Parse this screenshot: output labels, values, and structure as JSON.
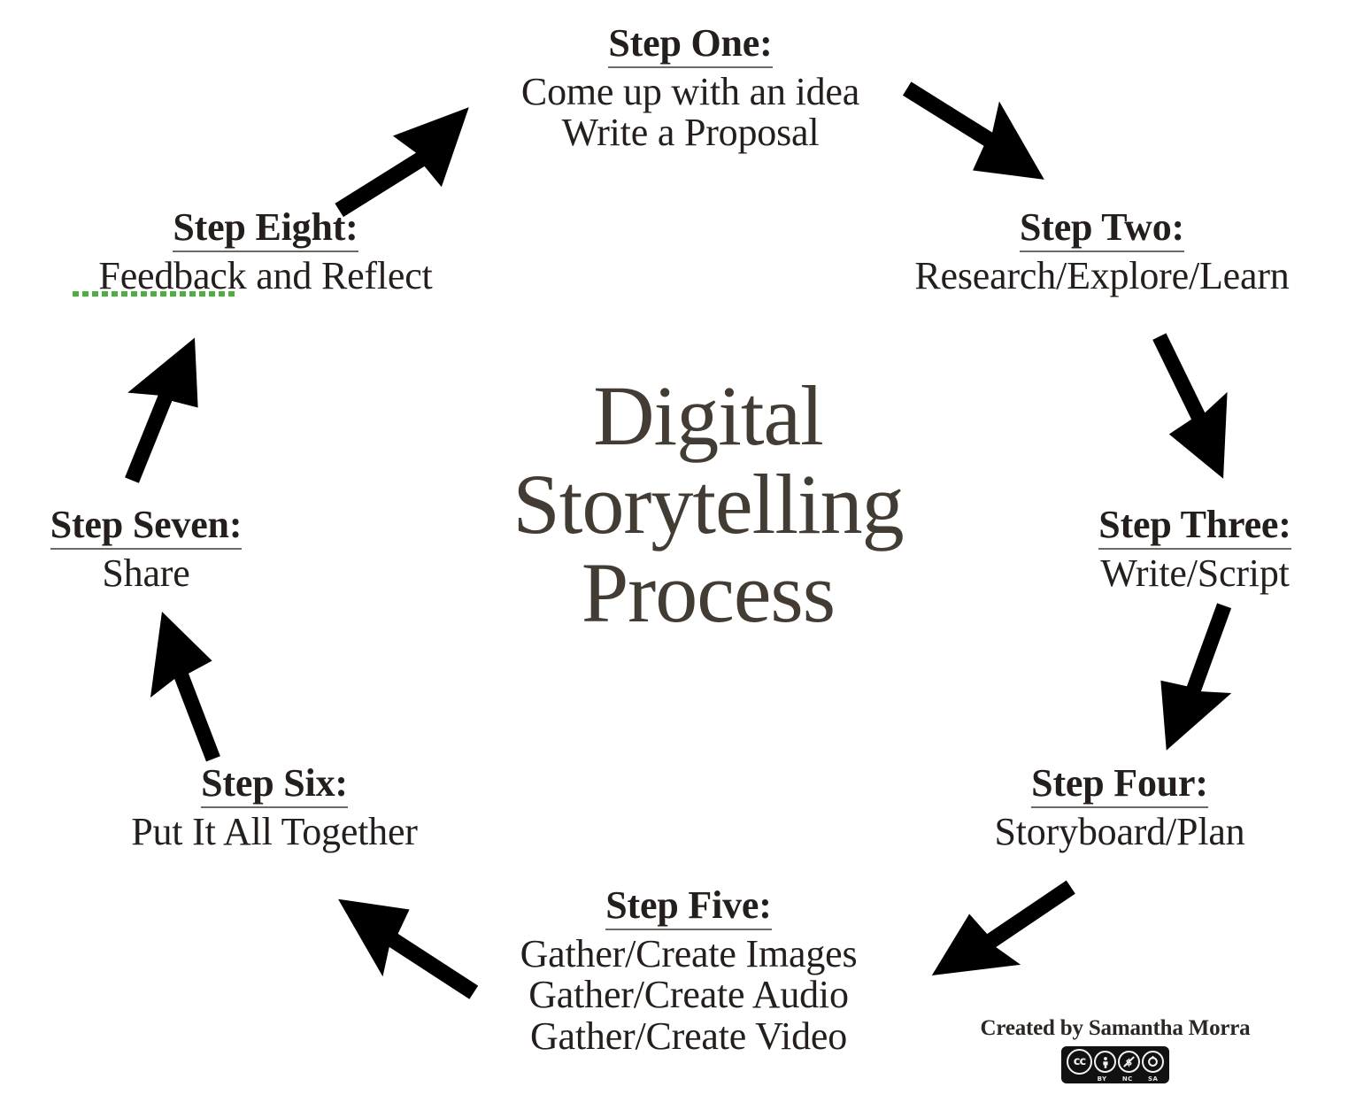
{
  "center_title": {
    "lines": [
      "Digital",
      "Storytelling",
      "Process"
    ]
  },
  "steps": [
    {
      "id": "step-one",
      "title": "Step One:",
      "lines": [
        "Come up with an idea",
        "Write a Proposal"
      ]
    },
    {
      "id": "step-two",
      "title": "Step Two:",
      "lines": [
        "Research/Explore/Learn"
      ]
    },
    {
      "id": "step-three",
      "title": "Step Three:",
      "lines": [
        "Write/Script"
      ]
    },
    {
      "id": "step-four",
      "title": "Step Four:",
      "lines": [
        "Storyboard/Plan"
      ]
    },
    {
      "id": "step-five",
      "title": "Step Five:",
      "lines": [
        "Gather/Create Images",
        "Gather/Create Audio",
        "Gather/Create Video"
      ]
    },
    {
      "id": "step-six",
      "title": "Step Six:",
      "lines": [
        "Put It All Together"
      ]
    },
    {
      "id": "step-seven",
      "title": "Step Seven:",
      "lines": [
        "Share"
      ]
    },
    {
      "id": "step-eight",
      "title": "Step Eight:",
      "lines": [
        "Feedback and Reflect"
      ]
    }
  ],
  "step_one": {
    "title": "Step One:",
    "line1": "Come up with an idea",
    "line2": "Write a Proposal"
  },
  "step_two": {
    "title": "Step Two:",
    "line1": "Research/Explore/Learn"
  },
  "step_three": {
    "title": "Step Three:",
    "line1": "Write/Script"
  },
  "step_four": {
    "title": "Step Four:",
    "line1": "Storyboard/Plan"
  },
  "step_five": {
    "title": "Step Five:",
    "line1": "Gather/Create Images",
    "line2": "Gather/Create Audio",
    "line3": "Gather/Create Video"
  },
  "step_six": {
    "title": "Step Six:",
    "line1": "Put It All Together"
  },
  "step_seven": {
    "title": "Step Seven:",
    "line1": "Share"
  },
  "step_eight": {
    "title": "Step Eight:",
    "line1": "Feedback and Reflect"
  },
  "credit": {
    "text": "Created by Samantha Morra",
    "license_name": "cc",
    "license_terms": [
      "BY",
      "NC",
      "SA"
    ]
  },
  "arrows": [
    {
      "name": "arrow-step-eight-to-step-one",
      "from": "Step Eight",
      "to": "Step One",
      "direction": "up-right"
    },
    {
      "name": "arrow-step-one-to-step-two",
      "from": "Step One",
      "to": "Step Two",
      "direction": "down-right"
    },
    {
      "name": "arrow-step-two-to-step-three",
      "from": "Step Two",
      "to": "Step Three",
      "direction": "down-right-steep"
    },
    {
      "name": "arrow-step-three-to-step-four",
      "from": "Step Three",
      "to": "Step Four",
      "direction": "down-left-steep"
    },
    {
      "name": "arrow-step-four-to-step-five",
      "from": "Step Four",
      "to": "Step Five",
      "direction": "down-left"
    },
    {
      "name": "arrow-step-five-to-step-six",
      "from": "Step Five",
      "to": "Step Six",
      "direction": "up-left"
    },
    {
      "name": "arrow-step-six-to-step-seven",
      "from": "Step Six",
      "to": "Step Seven",
      "direction": "up-left-steep"
    },
    {
      "name": "arrow-step-seven-to-step-eight",
      "from": "Step Seven",
      "to": "Step Eight",
      "direction": "up-right-steep"
    }
  ],
  "colors": {
    "background": "#ffffff",
    "text": "#241f1c",
    "center_title": "#433c35",
    "arrow": "#000000",
    "grammar_underline": "#4caf3f",
    "badge": "#111111"
  }
}
